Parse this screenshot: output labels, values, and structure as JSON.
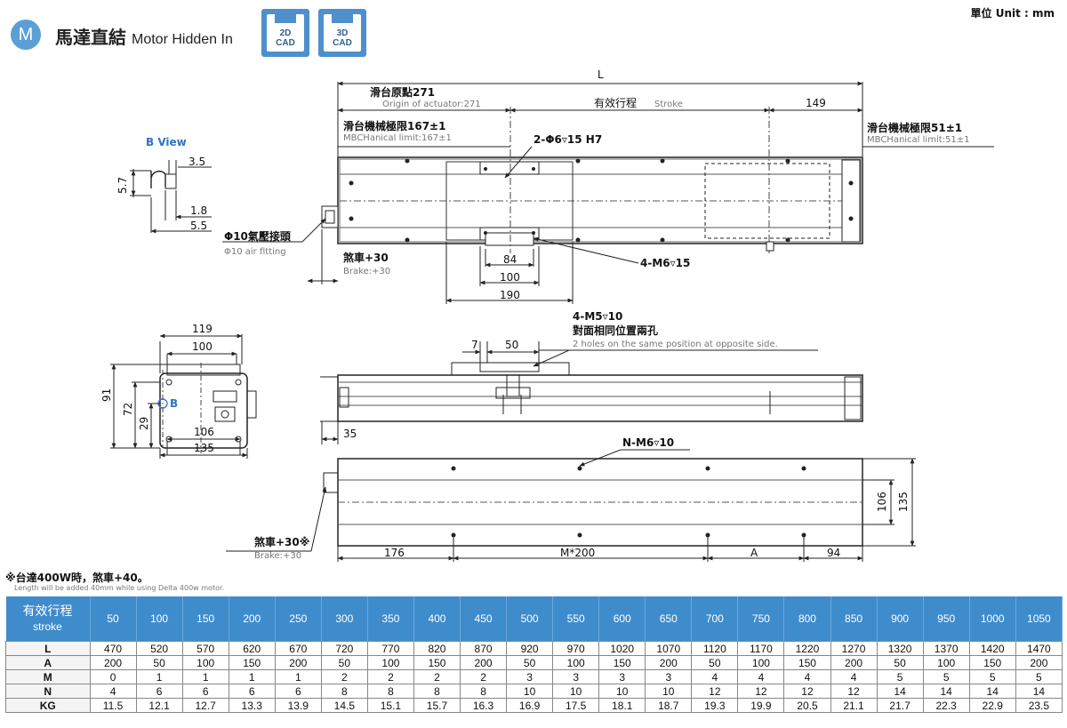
{
  "header": {
    "badge": "M",
    "title_zh": "馬達直結",
    "title_en": "Motor Hidden In",
    "cad_2d": [
      "2D",
      "CAD"
    ],
    "cad_3d": [
      "3D",
      "CAD"
    ],
    "unit": "單位 Unit : mm"
  },
  "top_view": {
    "L": "L",
    "origin_zh": "滑台原點271",
    "origin_en": "Origin of actuator:271",
    "stroke_zh": "有效行程",
    "stroke_en": "Stroke",
    "dim_149": "149",
    "mech_left_zh": "滑台機械極限167±1",
    "mech_left_en": "MBCHanical limit:167±1",
    "mech_right_zh": "滑台機械極限51±1",
    "mech_right_en": "MBCHanical limit:51±1",
    "pin_hole": "2-Φ6▿15 H7",
    "tap_hole": "4-M6▿15",
    "dim_84": "84",
    "dim_100": "100",
    "dim_190": "190",
    "air_zh": "Φ10氣壓接頭",
    "air_en": "Φ10 air fitting",
    "brake_zh": "煞車+30",
    "brake_en": "Brake:+30"
  },
  "b_view": {
    "title": "B View",
    "d35": "3.5",
    "d57": "5.7",
    "d18": "1.8",
    "d55": "5.5"
  },
  "end_view": {
    "d119": "119",
    "d100": "100",
    "d91": "91",
    "d72": "72",
    "d29": "29",
    "d106": "106",
    "d135": "135",
    "b_mark": "B"
  },
  "side_view": {
    "d7": "7",
    "d50": "50",
    "d35": "35",
    "hole_label": "4-M5▿10",
    "hole_zh": "對面相同位置兩孔",
    "hole_en": "2 holes on the same position at opposite side."
  },
  "bottom_view": {
    "n_label": "N-M6▿10",
    "d106": "106",
    "d135": "135",
    "d176": "176",
    "m200": "M*200",
    "a": "A",
    "d94": "94",
    "brake_zh": "煞車+30※",
    "brake_en": "Brake:+30"
  },
  "notes": {
    "zh": "※台達400W時，煞車+40。",
    "en": "Length will be added 40mm while using Delta 400w motor."
  },
  "table": {
    "header_zh": "有效行程",
    "header_en": "stroke",
    "strokes": [
      "50",
      "100",
      "150",
      "200",
      "250",
      "300",
      "350",
      "400",
      "450",
      "500",
      "550",
      "600",
      "650",
      "700",
      "750",
      "800",
      "850",
      "900",
      "950",
      "1000",
      "1050"
    ],
    "rows": [
      {
        "label": "L",
        "values": [
          "470",
          "520",
          "570",
          "620",
          "670",
          "720",
          "770",
          "820",
          "870",
          "920",
          "970",
          "1020",
          "1070",
          "1120",
          "1170",
          "1220",
          "1270",
          "1320",
          "1370",
          "1420",
          "1470"
        ]
      },
      {
        "label": "A",
        "values": [
          "200",
          "50",
          "100",
          "150",
          "200",
          "50",
          "100",
          "150",
          "200",
          "50",
          "100",
          "150",
          "200",
          "50",
          "100",
          "150",
          "200",
          "50",
          "100",
          "150",
          "200"
        ]
      },
      {
        "label": "M",
        "values": [
          "0",
          "1",
          "1",
          "1",
          "1",
          "2",
          "2",
          "2",
          "2",
          "3",
          "3",
          "3",
          "3",
          "4",
          "4",
          "4",
          "4",
          "5",
          "5",
          "5",
          "5"
        ]
      },
      {
        "label": "N",
        "values": [
          "4",
          "6",
          "6",
          "6",
          "6",
          "8",
          "8",
          "8",
          "8",
          "10",
          "10",
          "10",
          "10",
          "12",
          "12",
          "12",
          "12",
          "14",
          "14",
          "14",
          "14"
        ]
      },
      {
        "label": "KG",
        "values": [
          "11.5",
          "12.1",
          "12.7",
          "13.3",
          "13.9",
          "14.5",
          "15.1",
          "15.7",
          "16.3",
          "16.9",
          "17.5",
          "18.1",
          "18.7",
          "19.3",
          "19.9",
          "20.5",
          "21.1",
          "21.7",
          "22.3",
          "22.9",
          "23.5"
        ]
      }
    ]
  }
}
